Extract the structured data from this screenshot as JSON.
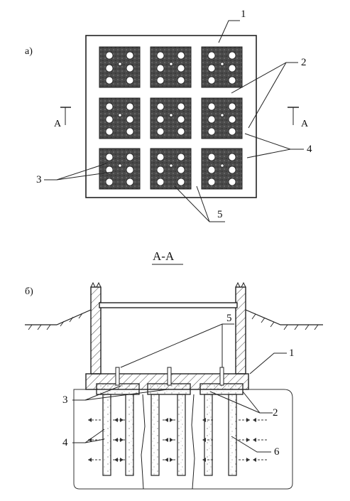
{
  "labels": {
    "part_a": "а)",
    "part_b": "б)",
    "section_title": "А-А",
    "section_mark_left": "А",
    "section_mark_right": "А",
    "n1_a": "1",
    "n2_a": "2",
    "n3_a": "3",
    "n4_a": "4",
    "n5_a": "5",
    "n1_b": "1",
    "n2_b": "2",
    "n3_b": "3",
    "n4_b": "4",
    "n5_b": "5",
    "n6_b": "6"
  },
  "grid": {
    "rows": 3,
    "cols": 3,
    "holes_per_block": 6
  },
  "colors": {
    "ink": "#111111",
    "block_fill": "#5a5a5a",
    "paper": "#ffffff"
  }
}
